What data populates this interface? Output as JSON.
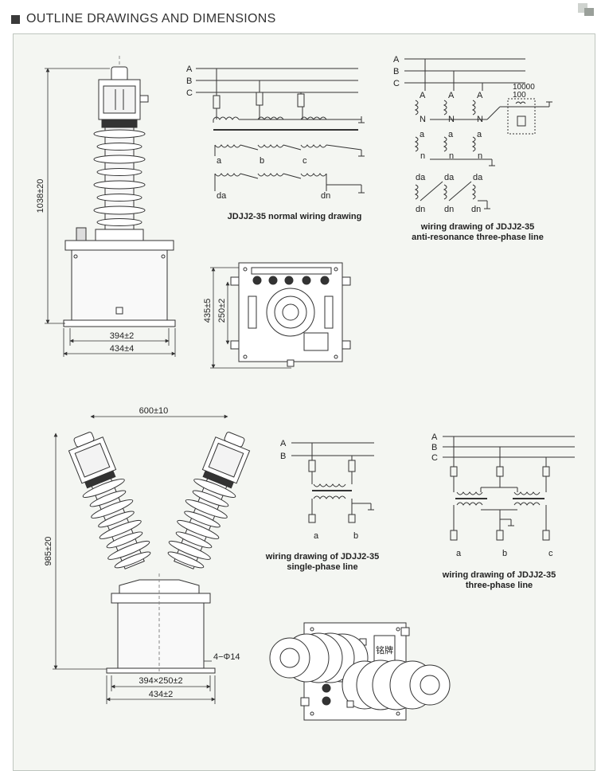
{
  "header": {
    "title": "OUTLINE DRAWINGS AND DIMENSIONS"
  },
  "dims": {
    "d1038": "1038±20",
    "d394": "394±2",
    "d434a": "434±4",
    "d435": "435±5",
    "d250": "250±2",
    "d600": "600±10",
    "d985": "985±20",
    "d394x250": "394×250±2",
    "d434b": "434±2",
    "d4phi": "4−Φ14"
  },
  "wiring_normal": {
    "phases": [
      "A",
      "B",
      "C"
    ],
    "lower": [
      "a",
      "b",
      "c"
    ],
    "da": "da",
    "dn": "dn",
    "caption": "JDJJ2-35 normal wiring drawing"
  },
  "wiring_anti": {
    "phases": [
      "A",
      "B",
      "C"
    ],
    "upper": [
      "A",
      "A",
      "A"
    ],
    "neutral": [
      "N",
      "N",
      "N"
    ],
    "secondary": [
      "a",
      "a",
      "a"
    ],
    "secondary_n": [
      "n",
      "n",
      "n"
    ],
    "tertiary": [
      "da",
      "da",
      "da"
    ],
    "tertiary_n": [
      "dn",
      "dn",
      "dn"
    ],
    "r1": "10000",
    "r2": "100",
    "caption1": "wiring drawing of JDJJ2-35",
    "caption2": "anti-resonance three-phase line"
  },
  "wiring_single": {
    "phases": [
      "A",
      "B"
    ],
    "lower": [
      "a",
      "b"
    ],
    "caption1": "wiring drawing of JDJJ2-35",
    "caption2": "single-phase line"
  },
  "wiring_three": {
    "phases": [
      "A",
      "B",
      "C"
    ],
    "lower": [
      "a",
      "b",
      "c"
    ],
    "caption1": "wiring drawing of JDJJ2-35",
    "caption2": "three-phase line"
  },
  "nameplate": "铭牌"
}
